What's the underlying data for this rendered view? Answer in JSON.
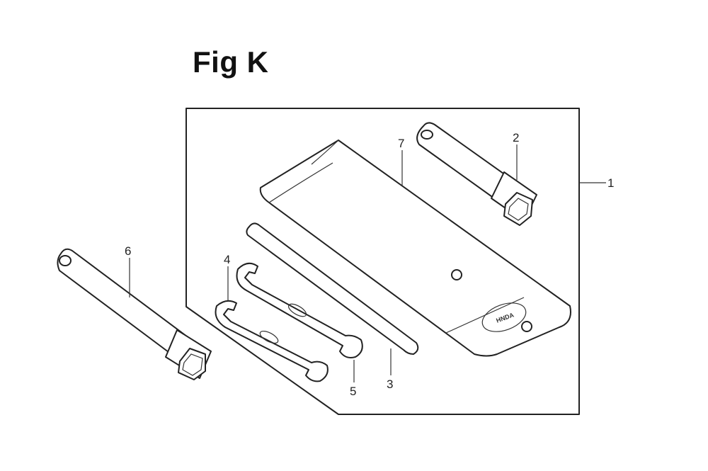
{
  "figure": {
    "title": "Fig K"
  },
  "callouts": {
    "c1": "1",
    "c2": "2",
    "c3": "3",
    "c4": "4",
    "c5": "5",
    "c6": "6",
    "c7": "7"
  }
}
